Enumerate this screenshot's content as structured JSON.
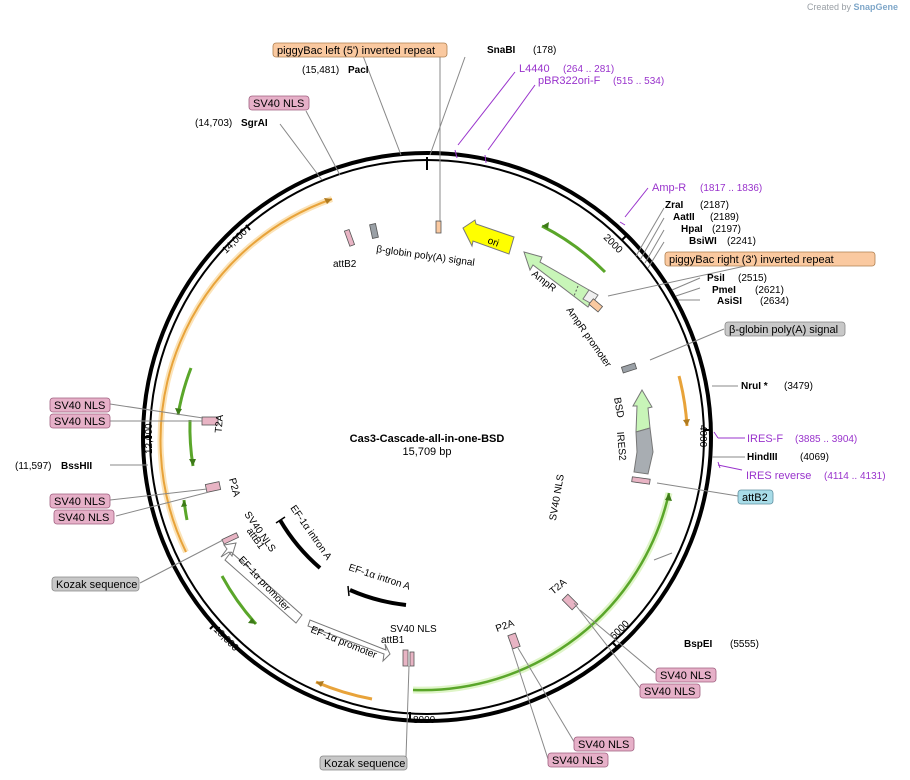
{
  "header": {
    "credit": "Created by",
    "logo": "SnapGene"
  },
  "plasmid": {
    "name": "Cas3-Cascade-all-in-one-BSD",
    "size": "15,709 bp",
    "length": 15709
  },
  "colors": {
    "backbone": "#000000",
    "orange": "#e8a33a",
    "green": "#5aa62a",
    "yellow": "#ffff00",
    "light_green": "#c8f5b8",
    "gray_feature": "#9aa0a6",
    "pink": "#e8b4c4",
    "primer": "#9933cc",
    "orange_label": "#fac9a0",
    "pink_label": "#e6b0c8",
    "gray_label": "#c8c8c8",
    "blue_label": "#a8dce8"
  },
  "scale_ticks": [
    {
      "pos": 2000,
      "label": "2000"
    },
    {
      "pos": 4000,
      "label": "4000"
    },
    {
      "pos": 6000,
      "label": "6000"
    },
    {
      "pos": 8000,
      "label": "8000"
    },
    {
      "pos": 10000,
      "label": "10,000"
    },
    {
      "pos": 12000,
      "label": "12,000"
    },
    {
      "pos": 14000,
      "label": "14,000"
    }
  ],
  "sites": [
    {
      "name": "PacI",
      "coord": "(15,481)",
      "side": "left"
    },
    {
      "name": "SnaBI",
      "coord": "(178)",
      "side": "right"
    },
    {
      "name": "SgrAI",
      "coord": "(14,703)",
      "side": "left"
    },
    {
      "name": "ZraI",
      "coord": "(2187)",
      "side": "right"
    },
    {
      "name": "AatII",
      "coord": "(2189)",
      "side": "right"
    },
    {
      "name": "HpaI",
      "coord": "(2197)",
      "side": "right"
    },
    {
      "name": "BsiWI",
      "coord": "(2241)",
      "side": "right"
    },
    {
      "name": "PsiI",
      "coord": "(2515)",
      "side": "right"
    },
    {
      "name": "PmeI",
      "coord": "(2621)",
      "side": "right"
    },
    {
      "name": "AsiSI",
      "coord": "(2634)",
      "side": "right"
    },
    {
      "name": "NruI *",
      "coord": "(3479)",
      "side": "right"
    },
    {
      "name": "HindIII",
      "coord": "(4069)",
      "side": "right"
    },
    {
      "name": "BspEI",
      "coord": "(5555)",
      "side": "right"
    },
    {
      "name": "BssHII",
      "coord": "(11,597)",
      "side": "left"
    }
  ],
  "primers": [
    {
      "name": "L4440",
      "coord": "(264 .. 281)"
    },
    {
      "name": "pBR322ori-F",
      "coord": "(515 .. 534)"
    },
    {
      "name": "Amp-R",
      "coord": "(1817 .. 1836)"
    },
    {
      "name": "IRES-F",
      "coord": "(3885 .. 3904)"
    },
    {
      "name": "IRES reverse",
      "coord": "(4114 .. 4131)"
    }
  ],
  "boxed_labels": [
    {
      "text": "piggyBac left (5') inverted repeat",
      "kind": "orange"
    },
    {
      "text": "SV40 NLS",
      "kind": "pink"
    },
    {
      "text": "piggyBac right (3') inverted repeat",
      "kind": "orange"
    },
    {
      "text": "β-globin poly(A) signal",
      "kind": "gray"
    },
    {
      "text": "attB2",
      "kind": "blue"
    },
    {
      "text": "SV40 NLS",
      "kind": "pink"
    },
    {
      "text": "SV40 NLS",
      "kind": "pink"
    },
    {
      "text": "SV40 NLS",
      "kind": "pink"
    },
    {
      "text": "SV40 NLS",
      "kind": "pink"
    },
    {
      "text": "Kozak sequence",
      "kind": "gray"
    },
    {
      "text": "SV40 NLS",
      "kind": "pink"
    },
    {
      "text": "SV40 NLS",
      "kind": "pink"
    },
    {
      "text": "SV40 NLS",
      "kind": "pink"
    },
    {
      "text": "SV40 NLS",
      "kind": "pink"
    },
    {
      "text": "Kozak sequence",
      "kind": "gray"
    }
  ],
  "feature_labels": {
    "attB2": "attB2",
    "globin": "β-globin poly(A) signal",
    "ori": "ori",
    "ampr": "AmpR",
    "ampr_promoter": "AmpR promoter",
    "bsd": "BSD",
    "ires2": "IRES2",
    "sv40nls_right": "SV40 NLS",
    "t2a_left": "T2A",
    "p2a_left": "P2A",
    "sv40nls_inner": "SV40 NLS",
    "attb1_inner": "attB1",
    "ef1a_intron_a_1": "EF-1α intron A",
    "ef1a_intron_a_2": "EF-1α intron A",
    "ef1a_promoter_1": "EF-1α promoter",
    "ef1a_promoter_2": "EF-1α promoter",
    "sv40nls_lower": "SV40 NLS",
    "attb1_lower": "attB1",
    "p2a_bottom": "P2A",
    "t2a_bottom": "T2A"
  }
}
